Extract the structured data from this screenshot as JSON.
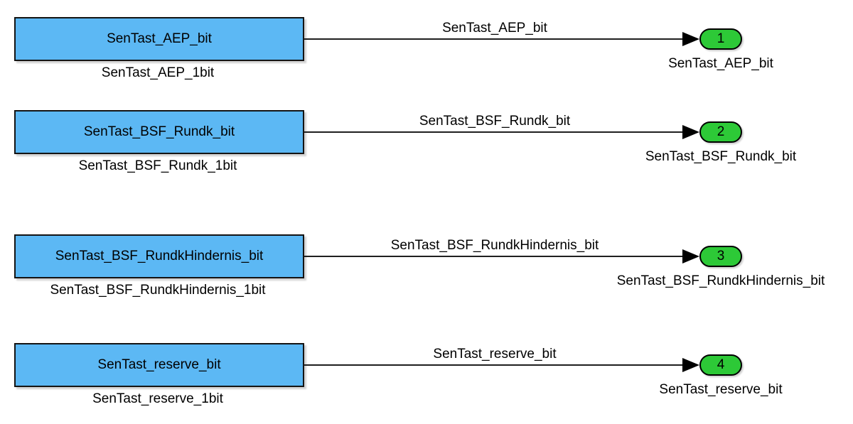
{
  "diagram": {
    "kind": "simulink-signal-routing",
    "colors": {
      "background": "#ffffff",
      "block_fill": "#5cb8f4",
      "block_border": "#141414",
      "port_fill": "#2dc937",
      "port_border": "#000000",
      "wire": "#1f1f1f",
      "text": "#000000"
    },
    "rows": [
      {
        "block_label": "SenTast_AEP_bit",
        "block_name": "SenTast_AEP_1bit",
        "signal_label": "SenTast_AEP_bit",
        "port_number": "1",
        "port_label": "SenTast_AEP_bit"
      },
      {
        "block_label": "SenTast_BSF_Rundk_bit",
        "block_name": "SenTast_BSF_Rundk_1bit",
        "signal_label": "SenTast_BSF_Rundk_bit",
        "port_number": "2",
        "port_label": "SenTast_BSF_Rundk_bit"
      },
      {
        "block_label": "SenTast_BSF_RundkHindernis_bit",
        "block_name": "SenTast_BSF_RundkHindernis_1bit",
        "signal_label": "SenTast_BSF_RundkHindernis_bit",
        "port_number": "3",
        "port_label": "SenTast_BSF_RundkHindernis_bit"
      },
      {
        "block_label": "SenTast_reserve_bit",
        "block_name": "SenTast_reserve_1bit",
        "signal_label": "SenTast_reserve_bit",
        "port_number": "4",
        "port_label": "SenTast_reserve_bit"
      }
    ]
  }
}
